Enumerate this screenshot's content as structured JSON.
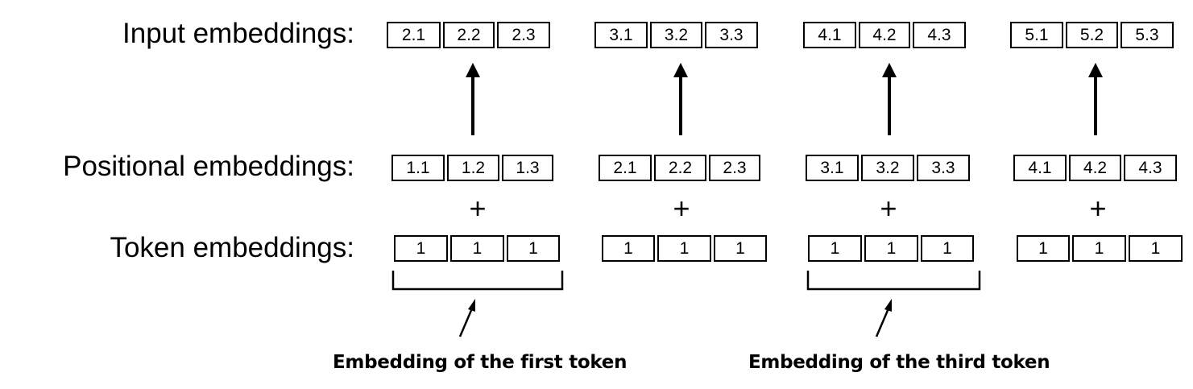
{
  "labels": {
    "input": "Input embeddings:",
    "positional": "Positional embeddings:",
    "token": "Token embeddings:"
  },
  "plus_sign": "+",
  "tokens": [
    {
      "input": [
        "2.1",
        "2.2",
        "2.3"
      ],
      "positional": [
        "1.1",
        "1.2",
        "1.3"
      ],
      "token": [
        "1",
        "1",
        "1"
      ]
    },
    {
      "input": [
        "3.1",
        "3.2",
        "3.3"
      ],
      "positional": [
        "2.1",
        "2.2",
        "2.3"
      ],
      "token": [
        "1",
        "1",
        "1"
      ]
    },
    {
      "input": [
        "4.1",
        "4.2",
        "4.3"
      ],
      "positional": [
        "3.1",
        "3.2",
        "3.3"
      ],
      "token": [
        "1",
        "1",
        "1"
      ]
    },
    {
      "input": [
        "5.1",
        "5.2",
        "5.3"
      ],
      "positional": [
        "4.1",
        "4.2",
        "4.3"
      ],
      "token": [
        "1",
        "1",
        "1"
      ]
    }
  ],
  "annotations": {
    "first": "Embedding of the first token",
    "third": "Embedding of the third token"
  }
}
